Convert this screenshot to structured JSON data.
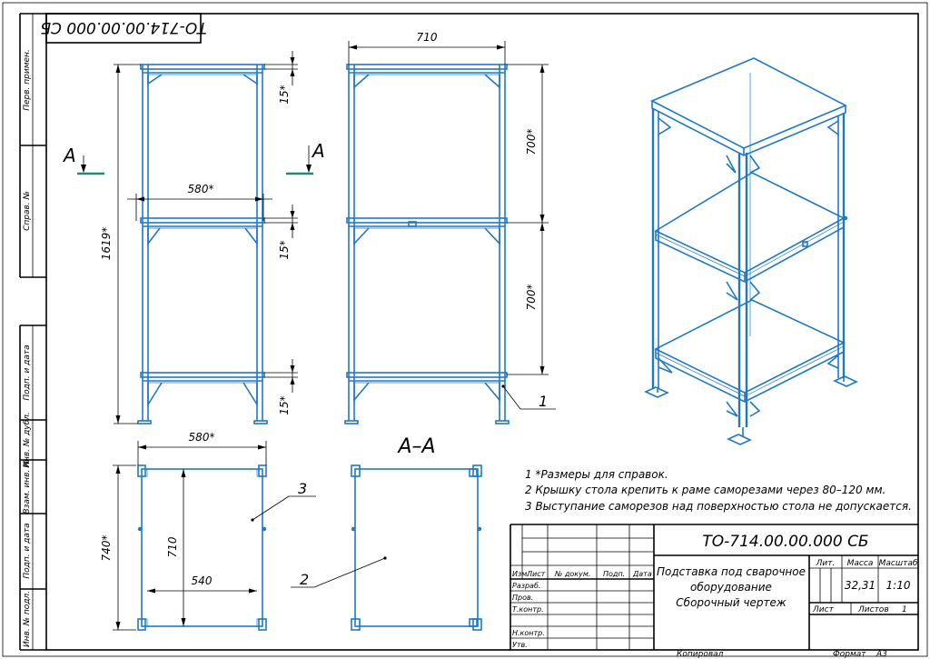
{
  "sheet": {
    "designation": "ТО-714.00.00.000 СБ",
    "designation_rotated": "ТО-714.00.00.000 СБ"
  },
  "left_strip": {
    "perv_primen": "Перв. примен.",
    "sprav_no": "Справ. №",
    "podp_data_1": "Подп. и дата",
    "inv_dubl": "Инв. № дубл.",
    "vzam_inv": "Взам. инв. №",
    "podp_data_2": "Подп. и дата",
    "inv_podl": "Инв. № подл."
  },
  "dimensions": {
    "top_width": "710",
    "total_height": "1619*",
    "shelf_gap_1": "15*",
    "shelf_gap_2": "15*",
    "shelf_gap_3": "15*",
    "tier_upper": "700*",
    "tier_lower": "700*",
    "inner_width": "580*",
    "plan_width": "580*",
    "plan_depth": "740*",
    "plan_inner_depth": "710",
    "plan_inner_width": "540"
  },
  "section": {
    "marker": "А",
    "marker_right": "А",
    "title": "А–А"
  },
  "callouts": {
    "one": "1",
    "two": "2",
    "three": "3"
  },
  "notes": [
    "1  *Размеры для справок.",
    "2  Крышку стола крепить к раме саморезами через 80–120 мм.",
    "3  Выступание саморезов над поверхностью стола не допускается."
  ],
  "title_block": {
    "designation": "ТО-714.00.00.000 СБ",
    "name_line1": "Подставка под сварочное",
    "name_line2": "оборудование",
    "name_line3": "Сборочный чертеж",
    "lit_label": "Лит.",
    "mass_label": "Масса",
    "scale_label": "Масштаб",
    "mass_value": "32,31",
    "scale_value": "1:10",
    "sheet_label": "Лист",
    "sheets_label": "Листов",
    "sheets_value": "1",
    "col_izm": "Изм.",
    "col_list": "Лист",
    "col_doc": "№ докум.",
    "col_sign": "Подп.",
    "col_date": "Дата",
    "razrab": "Разраб.",
    "prov": "Пров.",
    "tkontr": "Т.контр.",
    "nkontr": "Н.контр.",
    "utv": "Утв.",
    "copied": "Копировал",
    "format_label": "Формат",
    "format_value": "А3"
  }
}
